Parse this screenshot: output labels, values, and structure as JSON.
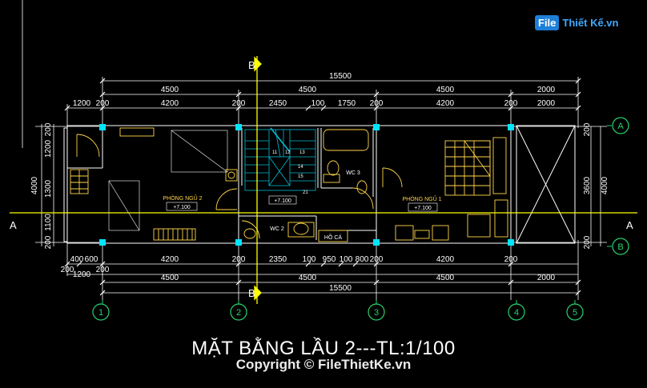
{
  "logo": {
    "badge": "File",
    "text": "Thiết Kế.vn"
  },
  "title": "MẶT BẰNG LẦU 2---TL:1/100",
  "copyright": "Copyright © FileThietKe.vn",
  "section_cut_top": "B",
  "section_cut_bottom": "B",
  "section_cut_left": "A",
  "section_cut_right": "A",
  "dim_top": {
    "total": "15500",
    "segments": [
      "4500",
      "4500",
      "4500",
      "2000"
    ],
    "detail": [
      "1200",
      "200",
      "4200",
      "200",
      "2450",
      "100",
      "1750",
      "200",
      "4200",
      "200",
      "2000"
    ]
  },
  "dim_bottom": {
    "detail": [
      "400",
      "600",
      "4200",
      "200",
      "2350",
      "100",
      "950",
      "100",
      "800",
      "200",
      "4200",
      "200"
    ],
    "extra": [
      "200",
      "1200",
      "200"
    ],
    "segments": [
      "4500",
      "4500",
      "4500",
      "2000"
    ],
    "total": "15500"
  },
  "dim_left": {
    "detail": [
      "200",
      "1200",
      "1300",
      "1100",
      "200"
    ],
    "total": "4000"
  },
  "dim_right": {
    "detail": [
      "200",
      "3600",
      "200"
    ],
    "total": "4000"
  },
  "grid_x": [
    "1",
    "2",
    "3",
    "4",
    "5"
  ],
  "grid_y": [
    "A",
    "B"
  ],
  "rooms": {
    "bed2_name": "PHÒNG NGỦ 2",
    "bed2_level": "+7.100",
    "bed1_name": "PHÒNG NGỦ 1",
    "bed1_level": "+7.100",
    "stair_level": "+7.100",
    "wc3": "WC 3",
    "wc2": "WC 2",
    "pond": "HỒ CÁ"
  },
  "stair_numbers": [
    "11",
    "12",
    "13",
    "14",
    "15",
    "21"
  ],
  "colors": {
    "background": "#000000",
    "wall": "#ffffff",
    "dimension": "#ffffff",
    "grid": "#28d26e",
    "section": "#ffff00",
    "column": "#00e5ff",
    "furniture": "#ffd54a",
    "stair": "#00bcd4"
  }
}
